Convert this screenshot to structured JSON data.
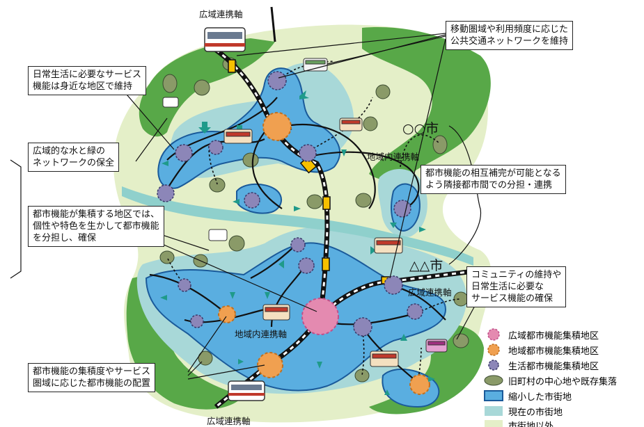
{
  "callouts": {
    "transit_network": "移動圏域や利用頻度に応じた\n公共交通ネットワークを維持",
    "daily_services": "日常生活に必要なサービス\n機能は身近な地区で維持",
    "water_green": "広域的な水と緑の\nネットワークの保全",
    "mutual_complement": "都市機能の相互補完が可能となる\nよう隣接都市間での分担・連携",
    "concentration": "都市機能が集積する地区では、\n個性や特色を生かして都市機能\nを分担し、確保",
    "community": "コミュニティの維持や\n日常生活に必要な\nサービス機能の確保",
    "placement": "都市機能の集積度やサービス\n圏域に応じた都市機能の配置"
  },
  "labels": {
    "wide_axis_top": "広域連携軸",
    "wide_axis_right": "広域連携軸",
    "wide_axis_bottom": "広域連携軸",
    "local_axis_upper": "地域内連携軸",
    "local_axis_lower": "地域内連携軸",
    "city_a": "○○市",
    "city_b": "△△市"
  },
  "legend": [
    {
      "key": "wide_hub",
      "label": "広域都市機能集積地区",
      "color": "#e48ab0"
    },
    {
      "key": "regional_hub",
      "label": "地域都市機能集積地区",
      "color": "#f0a050"
    },
    {
      "key": "living_hub",
      "label": "生活都市機能集積地区",
      "color": "#8c86b8"
    },
    {
      "key": "old_town",
      "label": "旧町村の中心地や既存集落",
      "color": "#8a9a68"
    },
    {
      "key": "shrunk_urban",
      "label": "縮小した市街地",
      "color": "#5aaee0"
    },
    {
      "key": "current_urban",
      "label": "現在の市街地",
      "color": "#a8d8d8"
    },
    {
      "key": "other",
      "label": "市街地以外",
      "color": "#e4efc8"
    }
  ],
  "colors": {
    "green": "#58a848",
    "pale_green": "#e4efc8",
    "current_urban": "#a8d8d8",
    "shrunk_urban": "#5aaee0",
    "river": "#8fd0cc",
    "arrow": "#1f9a8a",
    "rail_station": "#f6c000"
  }
}
